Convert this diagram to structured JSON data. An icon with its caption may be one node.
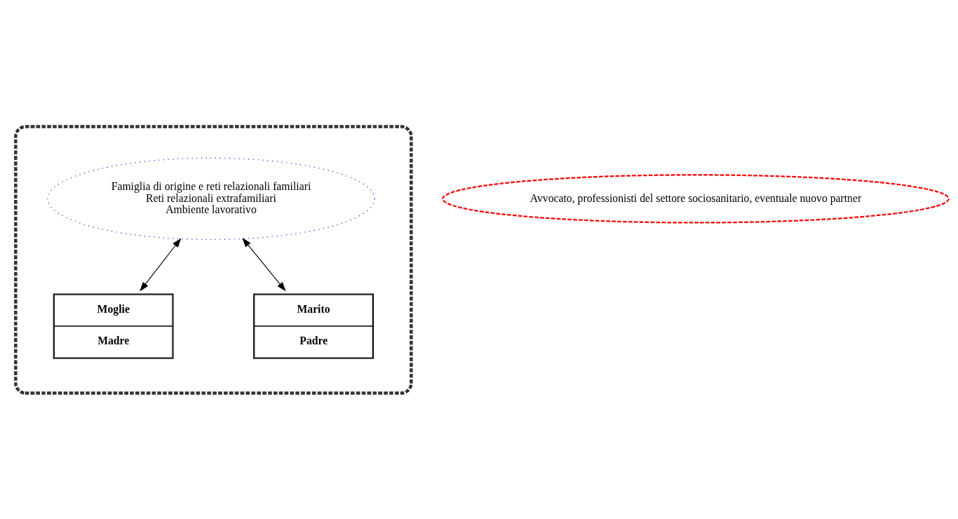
{
  "diagram": {
    "nodes": [
      {
        "text": [],
        "shape": "ellipse"
      },
      {
        "text": [
          "Avvocato, professionisti del settore sociosanitario, eventuale nuovo partner"
        ]
      },
      {
        "text": [
          "Famiglia di origine e reti relazionali familiari",
          "Reti relazionali extrafamiliari",
          "Ambiente lavorativo"
        ],
        "in": 0
      },
      {
        "text": [
          "Moglie",
          "Madre"
        ],
        "in": 0
      },
      {
        "text": [
          "Marito",
          "Padre"
        ],
        "in": 0
      }
    ],
    "edges": [
      {
        "from": 3,
        "to": 2,
        "arrow": "both"
      },
      {
        "from": 4,
        "to": 2,
        "arrow": "both"
      }
    ]
  }
}
